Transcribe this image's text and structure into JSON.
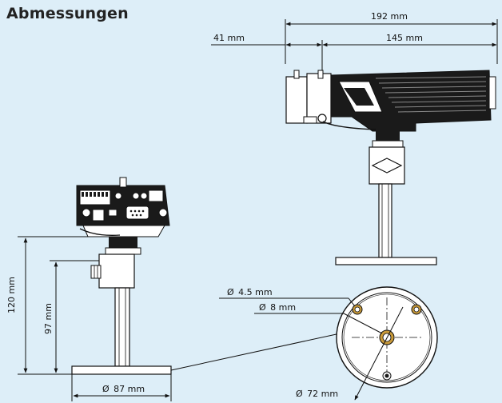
{
  "title": "Abmessungen",
  "dimensions": {
    "overall_length": "192 mm",
    "lens_length": "41 mm",
    "housing_length": "145 mm",
    "total_height": "120 mm",
    "stand_height": "97 mm",
    "base_width": "87 mm",
    "hole_small": "4.5 mm",
    "hole_center": "8 mm",
    "base_diameter": "72 mm",
    "diameter_symbol": "Ø"
  },
  "colors": {
    "background": "#ddeef8",
    "line": "#111111",
    "stand": "#ffffff",
    "body_dark": "#1a1a1a",
    "accent_hole": "#c99a3a"
  }
}
